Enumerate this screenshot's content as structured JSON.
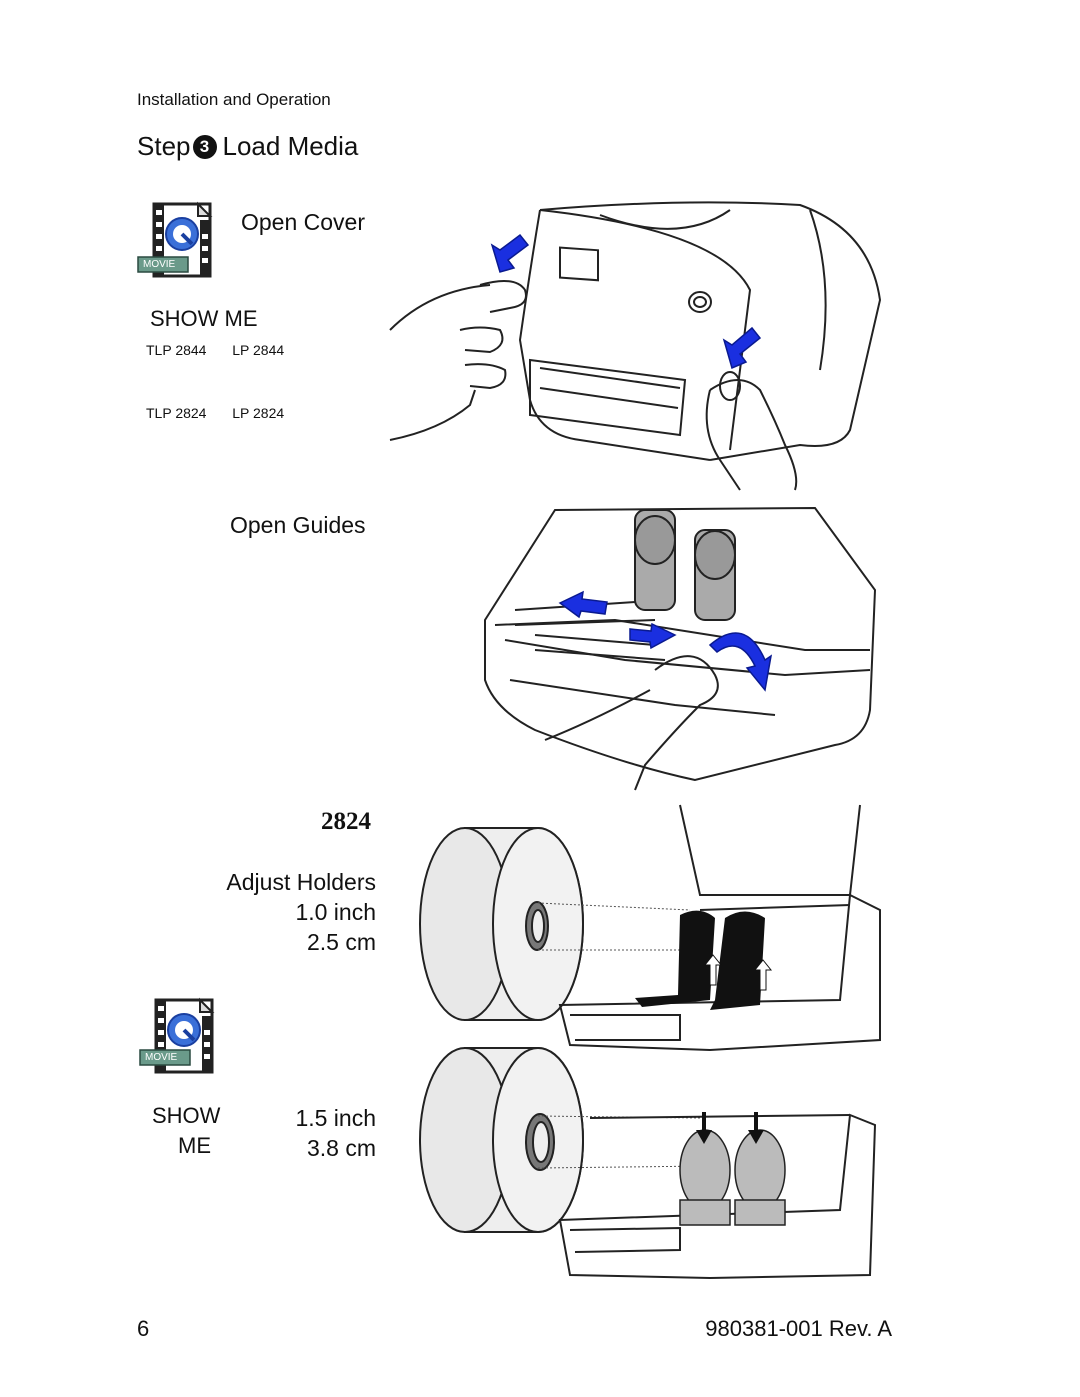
{
  "header": {
    "section": "Installation and Operation"
  },
  "step": {
    "prefix": "Step",
    "number": "3",
    "title": "Load Media"
  },
  "open_cover": {
    "heading": "Open Cover",
    "show_me": "SHOW ME",
    "models_row1": [
      "TLP 2844",
      "LP 2844"
    ],
    "models_row2": [
      "TLP 2824",
      "LP 2824"
    ],
    "movie_label": "MOVIE"
  },
  "open_guides": {
    "heading": "Open Guides"
  },
  "adjust": {
    "model": "2824",
    "heading": "Adjust Holders",
    "size1_inch": "1.0 inch",
    "size1_cm": "2.5 cm",
    "size2_inch": "1.5 inch",
    "size2_cm": "3.8 cm",
    "show": "SHOW",
    "me": "ME",
    "movie_label": "MOVIE"
  },
  "footer": {
    "page": "6",
    "doc": "980381-001 Rev. A"
  },
  "colors": {
    "arrow_blue": "#1a2fe0",
    "icon_blue": "#3a6fd8",
    "movie_green": "#6a9a8a"
  }
}
